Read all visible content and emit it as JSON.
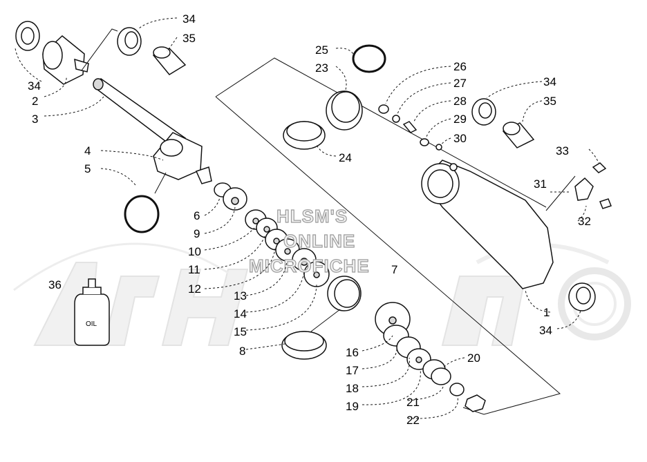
{
  "watermark": {
    "line1": "HLSM'S",
    "line2": "ONLINE",
    "line3": "MICROFICHE",
    "logo_text": "ArcticCat"
  },
  "oil_label": "OIL",
  "labels": {
    "l1": "1",
    "l2": "2",
    "l3": "3",
    "l4": "4",
    "l5": "5",
    "l6": "6",
    "l7": "7",
    "l8": "8",
    "l9": "9",
    "l10": "10",
    "l11": "11",
    "l12": "12",
    "l13": "13",
    "l14": "14",
    "l15": "15",
    "l16": "16",
    "l17": "17",
    "l18": "18",
    "l19": "19",
    "l20": "20",
    "l21": "21",
    "l22": "22",
    "l23": "23",
    "l24": "24",
    "l25": "25",
    "l26": "26",
    "l27": "27",
    "l28": "28",
    "l29": "29",
    "l30": "30",
    "l31": "31",
    "l32": "32",
    "l33": "33",
    "l34a": "34",
    "l34b": "34",
    "l34c": "34",
    "l34d": "34",
    "l35a": "35",
    "l35b": "35",
    "l36": "36"
  }
}
